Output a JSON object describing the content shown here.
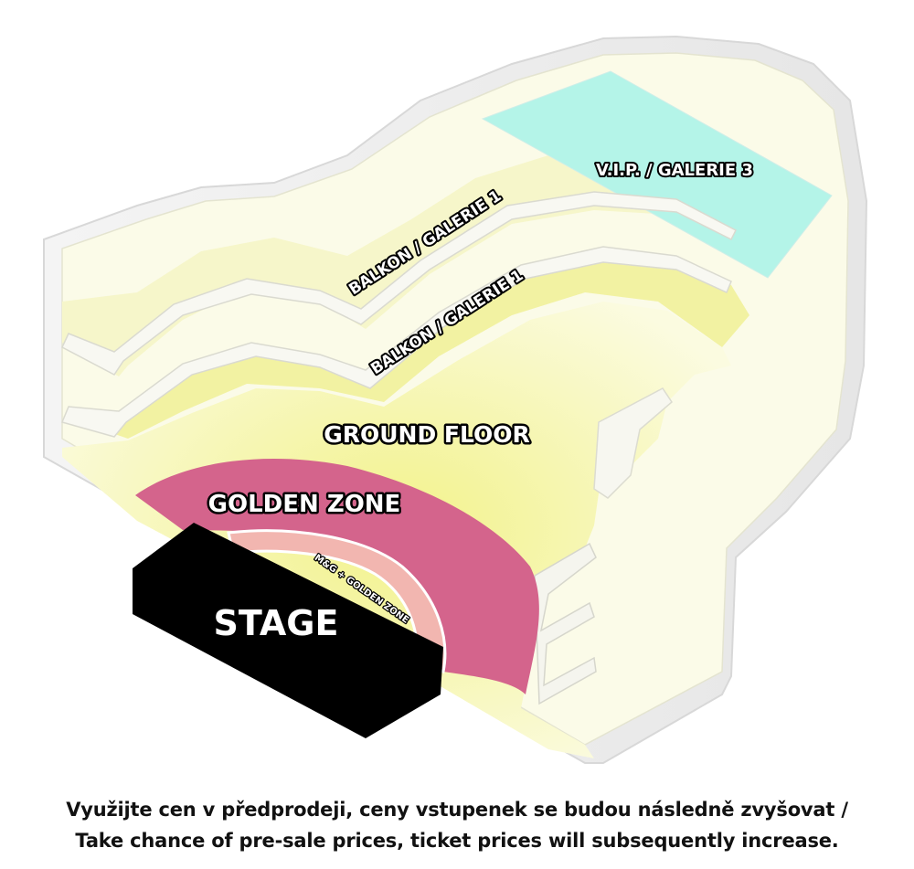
{
  "zones": {
    "vip": {
      "label": "V.I.P. / GALERIE 3",
      "color": "#b4f4e8"
    },
    "balkon_upper": {
      "label": "BALKON / GALERIE 1",
      "color": "#f4f4b0"
    },
    "balkon_lower": {
      "label": "BALKON / GALERIE 1",
      "color": "#f0f08a"
    },
    "ground_floor": {
      "label": "GROUND FLOOR",
      "color": "#efef7a"
    },
    "golden_zone": {
      "label": "GOLDEN ZONE",
      "color": "#d4648c"
    },
    "mg_golden_zone": {
      "label": "M&G + GOLDEN ZONE",
      "color": "#f2b6b0"
    },
    "stage": {
      "label": "STAGE",
      "color": "#000000"
    }
  },
  "footer": {
    "line1": "Využijte cen v předprodeji, ceny vstupenek se budou následně zvyšovat /",
    "line2": "Take chance of pre-sale prices, ticket prices will subsequently increase."
  }
}
